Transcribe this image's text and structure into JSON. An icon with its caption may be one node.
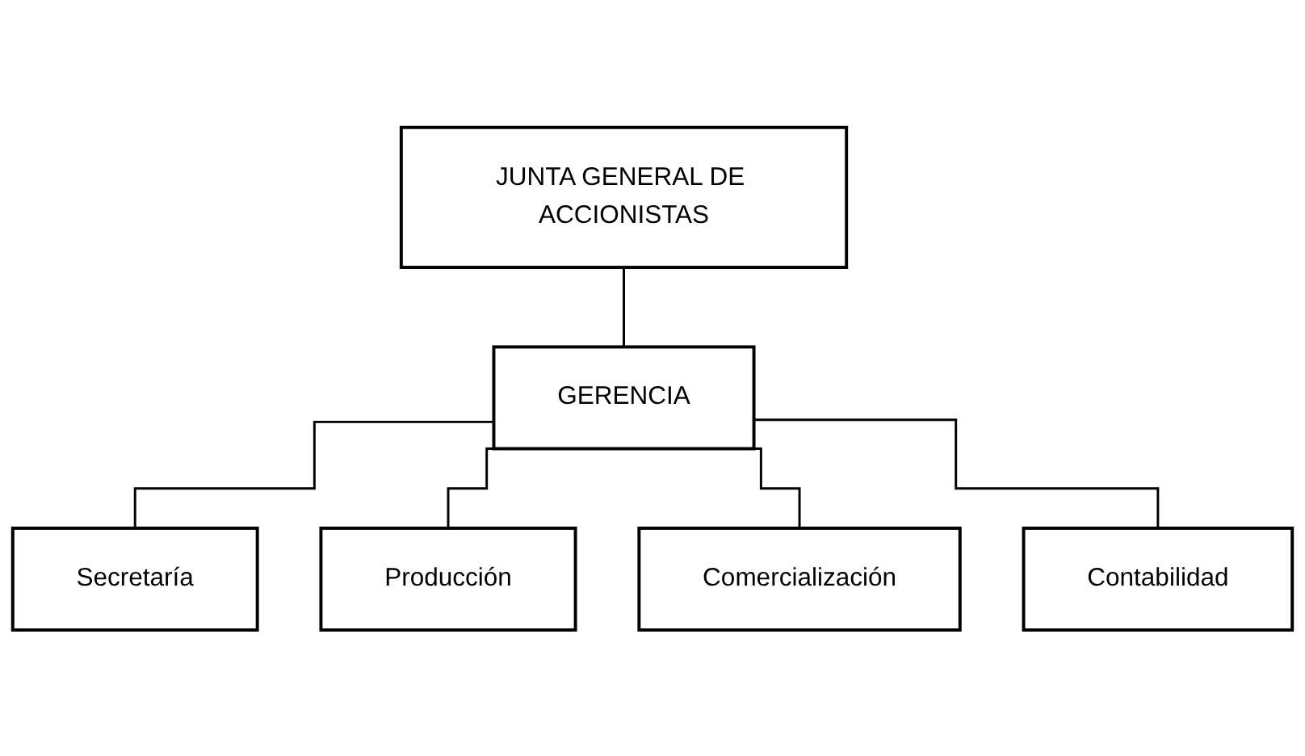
{
  "diagram": {
    "nodes": [
      {
        "text": [
          "JUNTA GENERAL DE ACCIONISTAS"
        ]
      },
      {
        "text": [
          "GERENCIA"
        ]
      },
      {
        "text": [
          "Secretaría"
        ]
      },
      {
        "text": [
          "Producción"
        ]
      },
      {
        "text": [
          "Comercialización"
        ]
      },
      {
        "text": [
          "Contabilidad"
        ]
      }
    ],
    "edges": [
      {
        "from": 0,
        "to": 1,
        "arrow": "none"
      },
      {
        "from": 1,
        "to": 2,
        "arrow": "none"
      },
      {
        "from": 1,
        "to": 3,
        "arrow": "none"
      },
      {
        "from": 1,
        "to": 4,
        "arrow": "none"
      },
      {
        "from": 1,
        "to": 5,
        "arrow": "none"
      }
    ]
  }
}
